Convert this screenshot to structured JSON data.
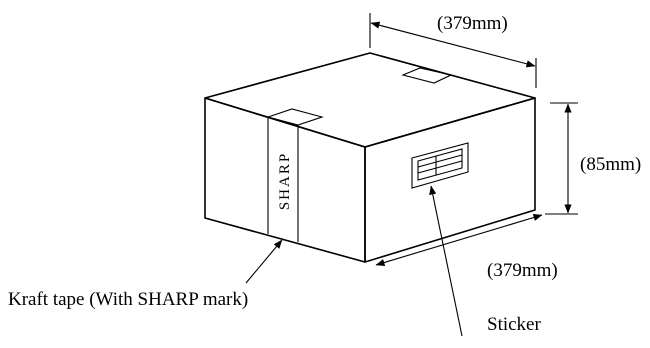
{
  "dimensions": {
    "width_top": "(379mm)",
    "depth_right": "(379mm)",
    "height": "(85mm)"
  },
  "labels": {
    "tape": "Kraft tape (With SHARP mark)",
    "sticker": "Sticker"
  },
  "tape_mark": "SHARP"
}
